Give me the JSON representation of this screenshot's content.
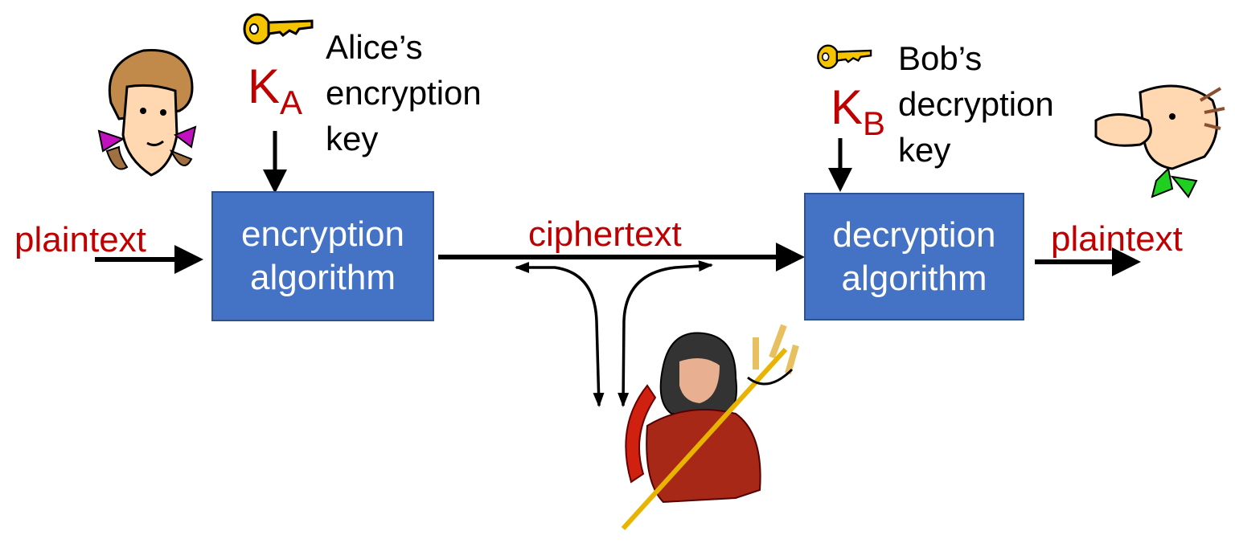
{
  "left_plaintext": "plaintext",
  "right_plaintext": "plaintext",
  "ciphertext": "ciphertext",
  "encryption_box": {
    "line1": "encryption",
    "line2": "algorithm"
  },
  "decryption_box": {
    "line1": "decryption",
    "line2": "algorithm"
  },
  "alice_key": {
    "symbol": "K",
    "subscript": "A",
    "line1": "Alice’s",
    "line2": "encryption",
    "line3": "key"
  },
  "bob_key": {
    "symbol": "K",
    "subscript": "B",
    "line1": "Bob’s",
    "line2": "decryption",
    "line3": "key"
  },
  "colors": {
    "box": "#4472C4",
    "label": "#C00000",
    "key": "#F5C400"
  }
}
